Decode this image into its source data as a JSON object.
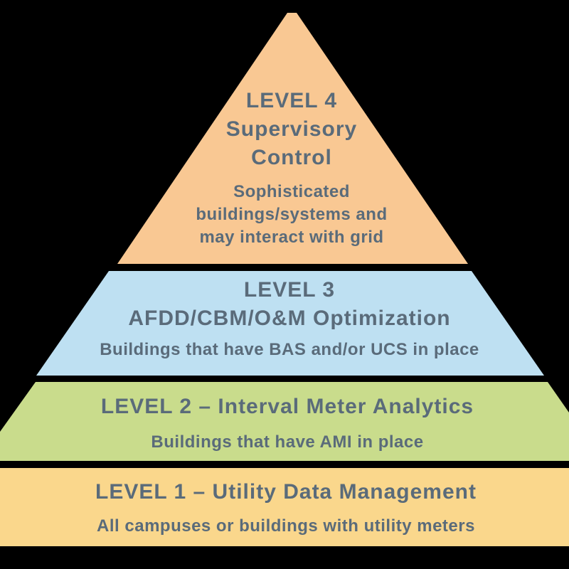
{
  "background_color": "#000000",
  "text_color": "#5A6B7A",
  "levels": [
    {
      "name": "level-4",
      "color": "#F9C893",
      "heading_lines": [
        "LEVEL 4",
        "Supervisory",
        "Control"
      ],
      "description_lines": [
        "Sophisticated",
        "buildings/systems and",
        "may interact with grid"
      ]
    },
    {
      "name": "level-3",
      "color": "#BEE0F2",
      "heading_lines": [
        "LEVEL 3",
        "AFDD/CBM/O&M Optimization"
      ],
      "description_lines": [
        "Buildings that have BAS and/or UCS in place"
      ]
    },
    {
      "name": "level-2",
      "color": "#C9DC8C",
      "heading_lines": [
        "LEVEL 2 – Interval Meter Analytics"
      ],
      "description_lines": [
        "Buildings that have AMI in place"
      ]
    },
    {
      "name": "level-1",
      "color": "#FAD78C",
      "heading_lines": [
        "LEVEL 1 – Utility Data Management"
      ],
      "description_lines": [
        "All campuses or buildings with utility meters"
      ]
    }
  ]
}
